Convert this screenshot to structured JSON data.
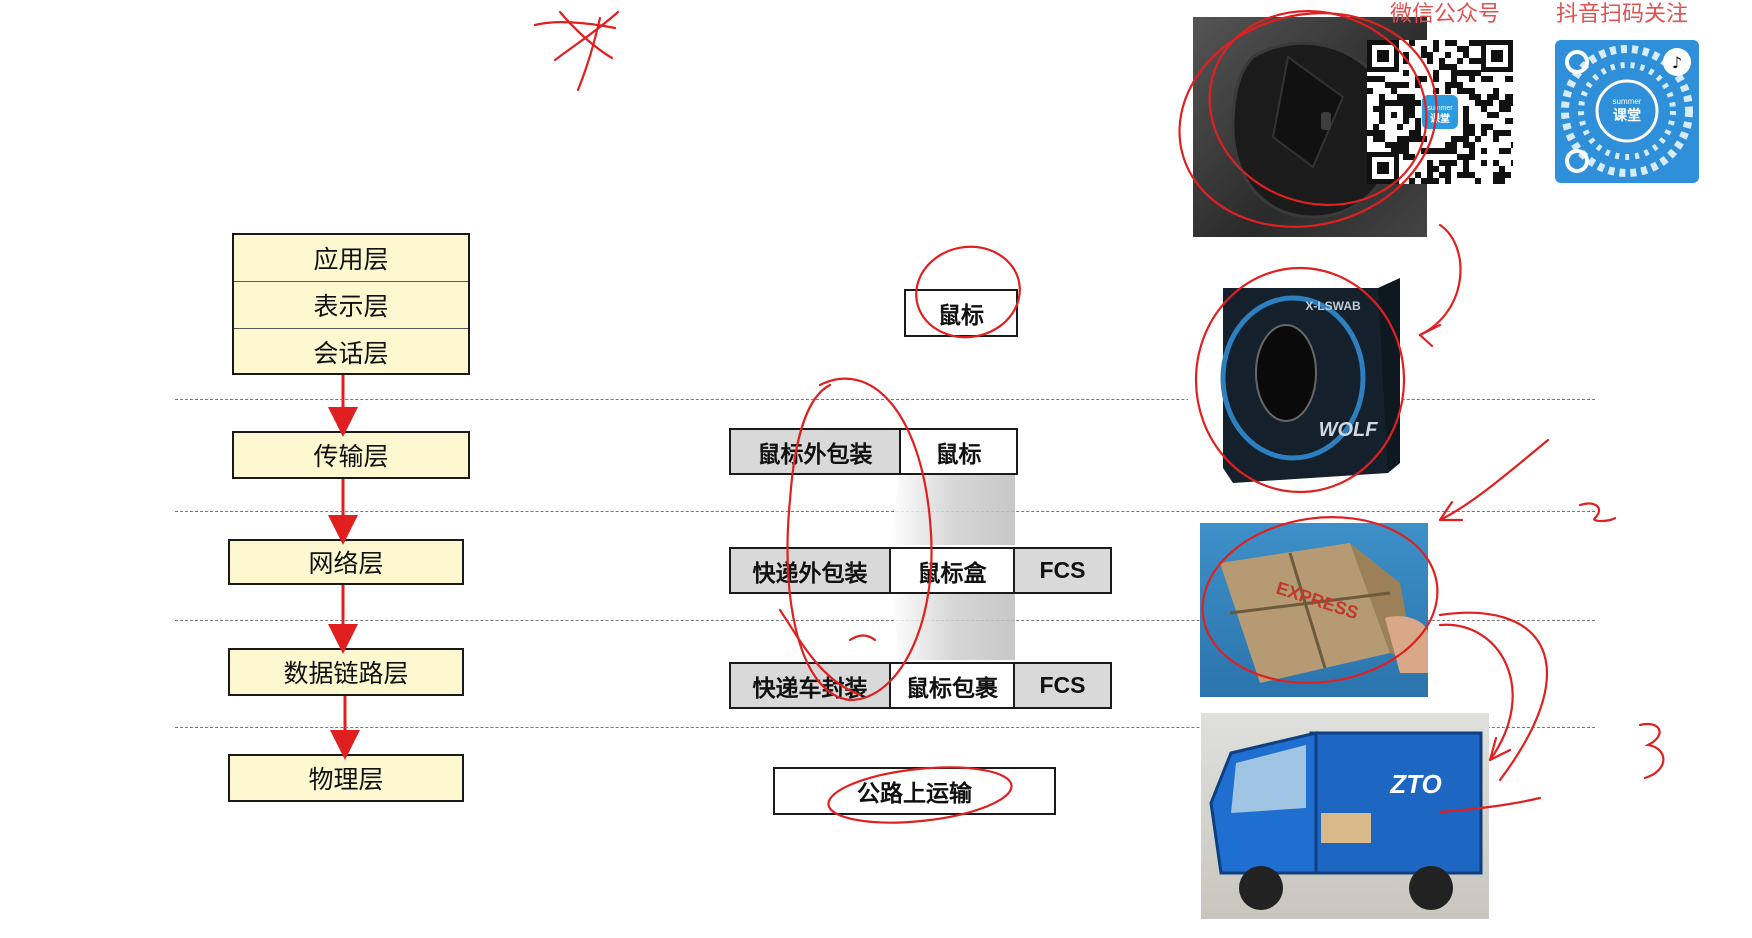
{
  "layers": {
    "application": "应用层",
    "presentation": "表示层",
    "session": "会话层",
    "transport": "传输层",
    "network": "网络层",
    "datalink": "数据链路层",
    "physical": "物理层"
  },
  "packets": {
    "app_data": "鼠标",
    "transport_header": "鼠标外包装",
    "transport_data": "鼠标",
    "network_header": "快递外包装",
    "network_data": "鼠标盒",
    "network_trailer": "FCS",
    "link_header": "快递车封装",
    "link_data": "鼠标包裹",
    "link_trailer": "FCS",
    "physical": "公路上运输"
  },
  "qr": {
    "wechat_caption": "微信公众号",
    "douyin_caption": "抖音扫码关注",
    "logo_text_top": "summer",
    "logo_text_bottom": "课堂"
  },
  "photos": {
    "box_brand": "X-LSWAB",
    "box_model": "WOLF",
    "parcel_label": "EXPRESS",
    "truck_label": "ZTO"
  },
  "colors": {
    "layer_fill": "#fdf8d0",
    "arrow": "#e02020",
    "annotation": "#e02020",
    "packet_grey": "#d9d9d9"
  }
}
